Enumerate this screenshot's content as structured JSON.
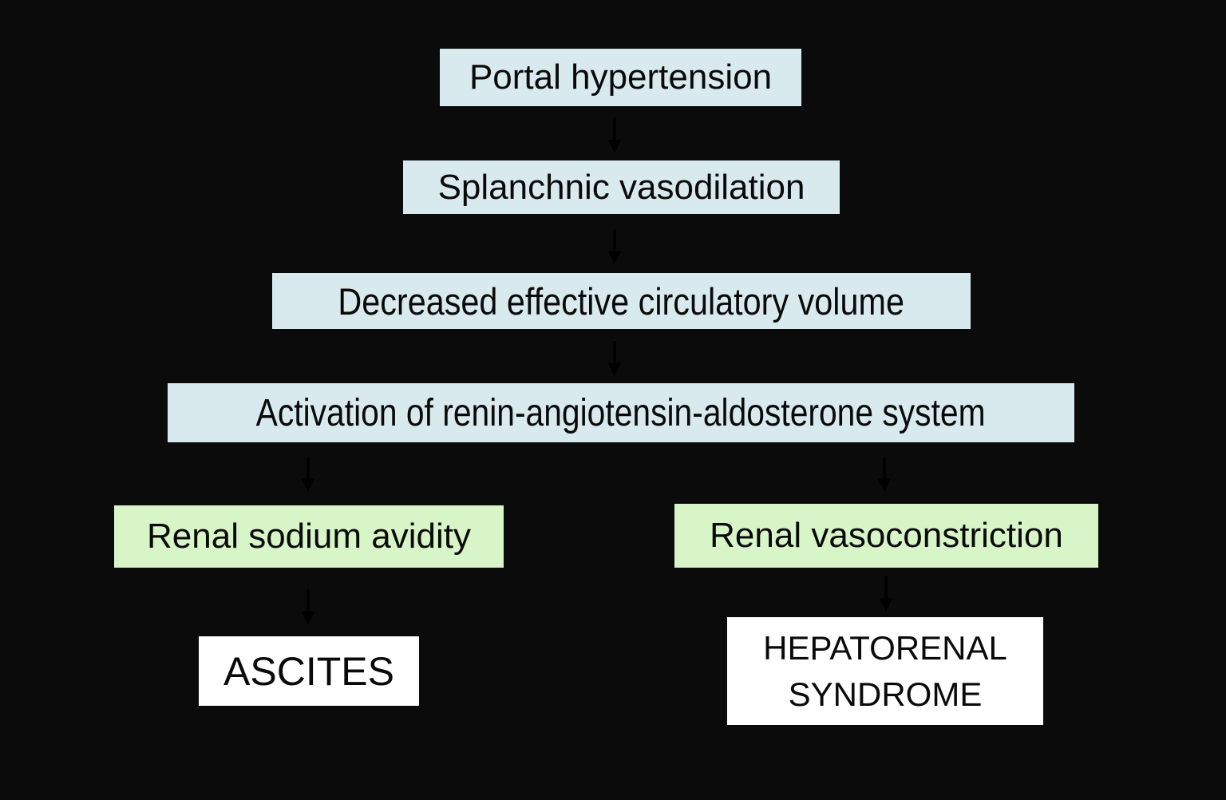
{
  "diagram": {
    "description": "Flowchart of pathophysiology from portal hypertension to ascites and hepatorenal syndrome",
    "colors": {
      "background": "#0a0b0a",
      "process_box": "#d9eaee",
      "renal_effect_box": "#d8f5c8",
      "outcome_box": "#ffffff",
      "text": "#0a0a0a",
      "arrow": "#000000"
    },
    "nodes": [
      {
        "id": "portal-hypertension",
        "label": "Portal hypertension",
        "style": "process"
      },
      {
        "id": "splanchnic-vasodilation",
        "label": "Splanchnic vasodilation",
        "style": "process"
      },
      {
        "id": "decreased-effective-circulatory-volume",
        "label": "Decreased effective circulatory volume",
        "style": "process"
      },
      {
        "id": "raas-activation",
        "label": "Activation of renin-angiotensin-aldosterone system",
        "style": "process"
      },
      {
        "id": "renal-sodium-avidity",
        "label": "Renal sodium avidity",
        "style": "renal-effect"
      },
      {
        "id": "renal-vasoconstriction",
        "label": "Renal vasoconstriction",
        "style": "renal-effect"
      },
      {
        "id": "ascites",
        "label": "ASCITES",
        "style": "outcome"
      },
      {
        "id": "hepatorenal-syndrome",
        "label": "HEPATORENAL SYNDROME",
        "style": "outcome"
      }
    ],
    "edges": [
      {
        "from": "portal-hypertension",
        "to": "splanchnic-vasodilation"
      },
      {
        "from": "splanchnic-vasodilation",
        "to": "decreased-effective-circulatory-volume"
      },
      {
        "from": "decreased-effective-circulatory-volume",
        "to": "raas-activation"
      },
      {
        "from": "raas-activation",
        "to": "renal-sodium-avidity"
      },
      {
        "from": "raas-activation",
        "to": "renal-vasoconstriction"
      },
      {
        "from": "renal-sodium-avidity",
        "to": "ascites"
      },
      {
        "from": "renal-vasoconstriction",
        "to": "hepatorenal-syndrome"
      }
    ]
  }
}
